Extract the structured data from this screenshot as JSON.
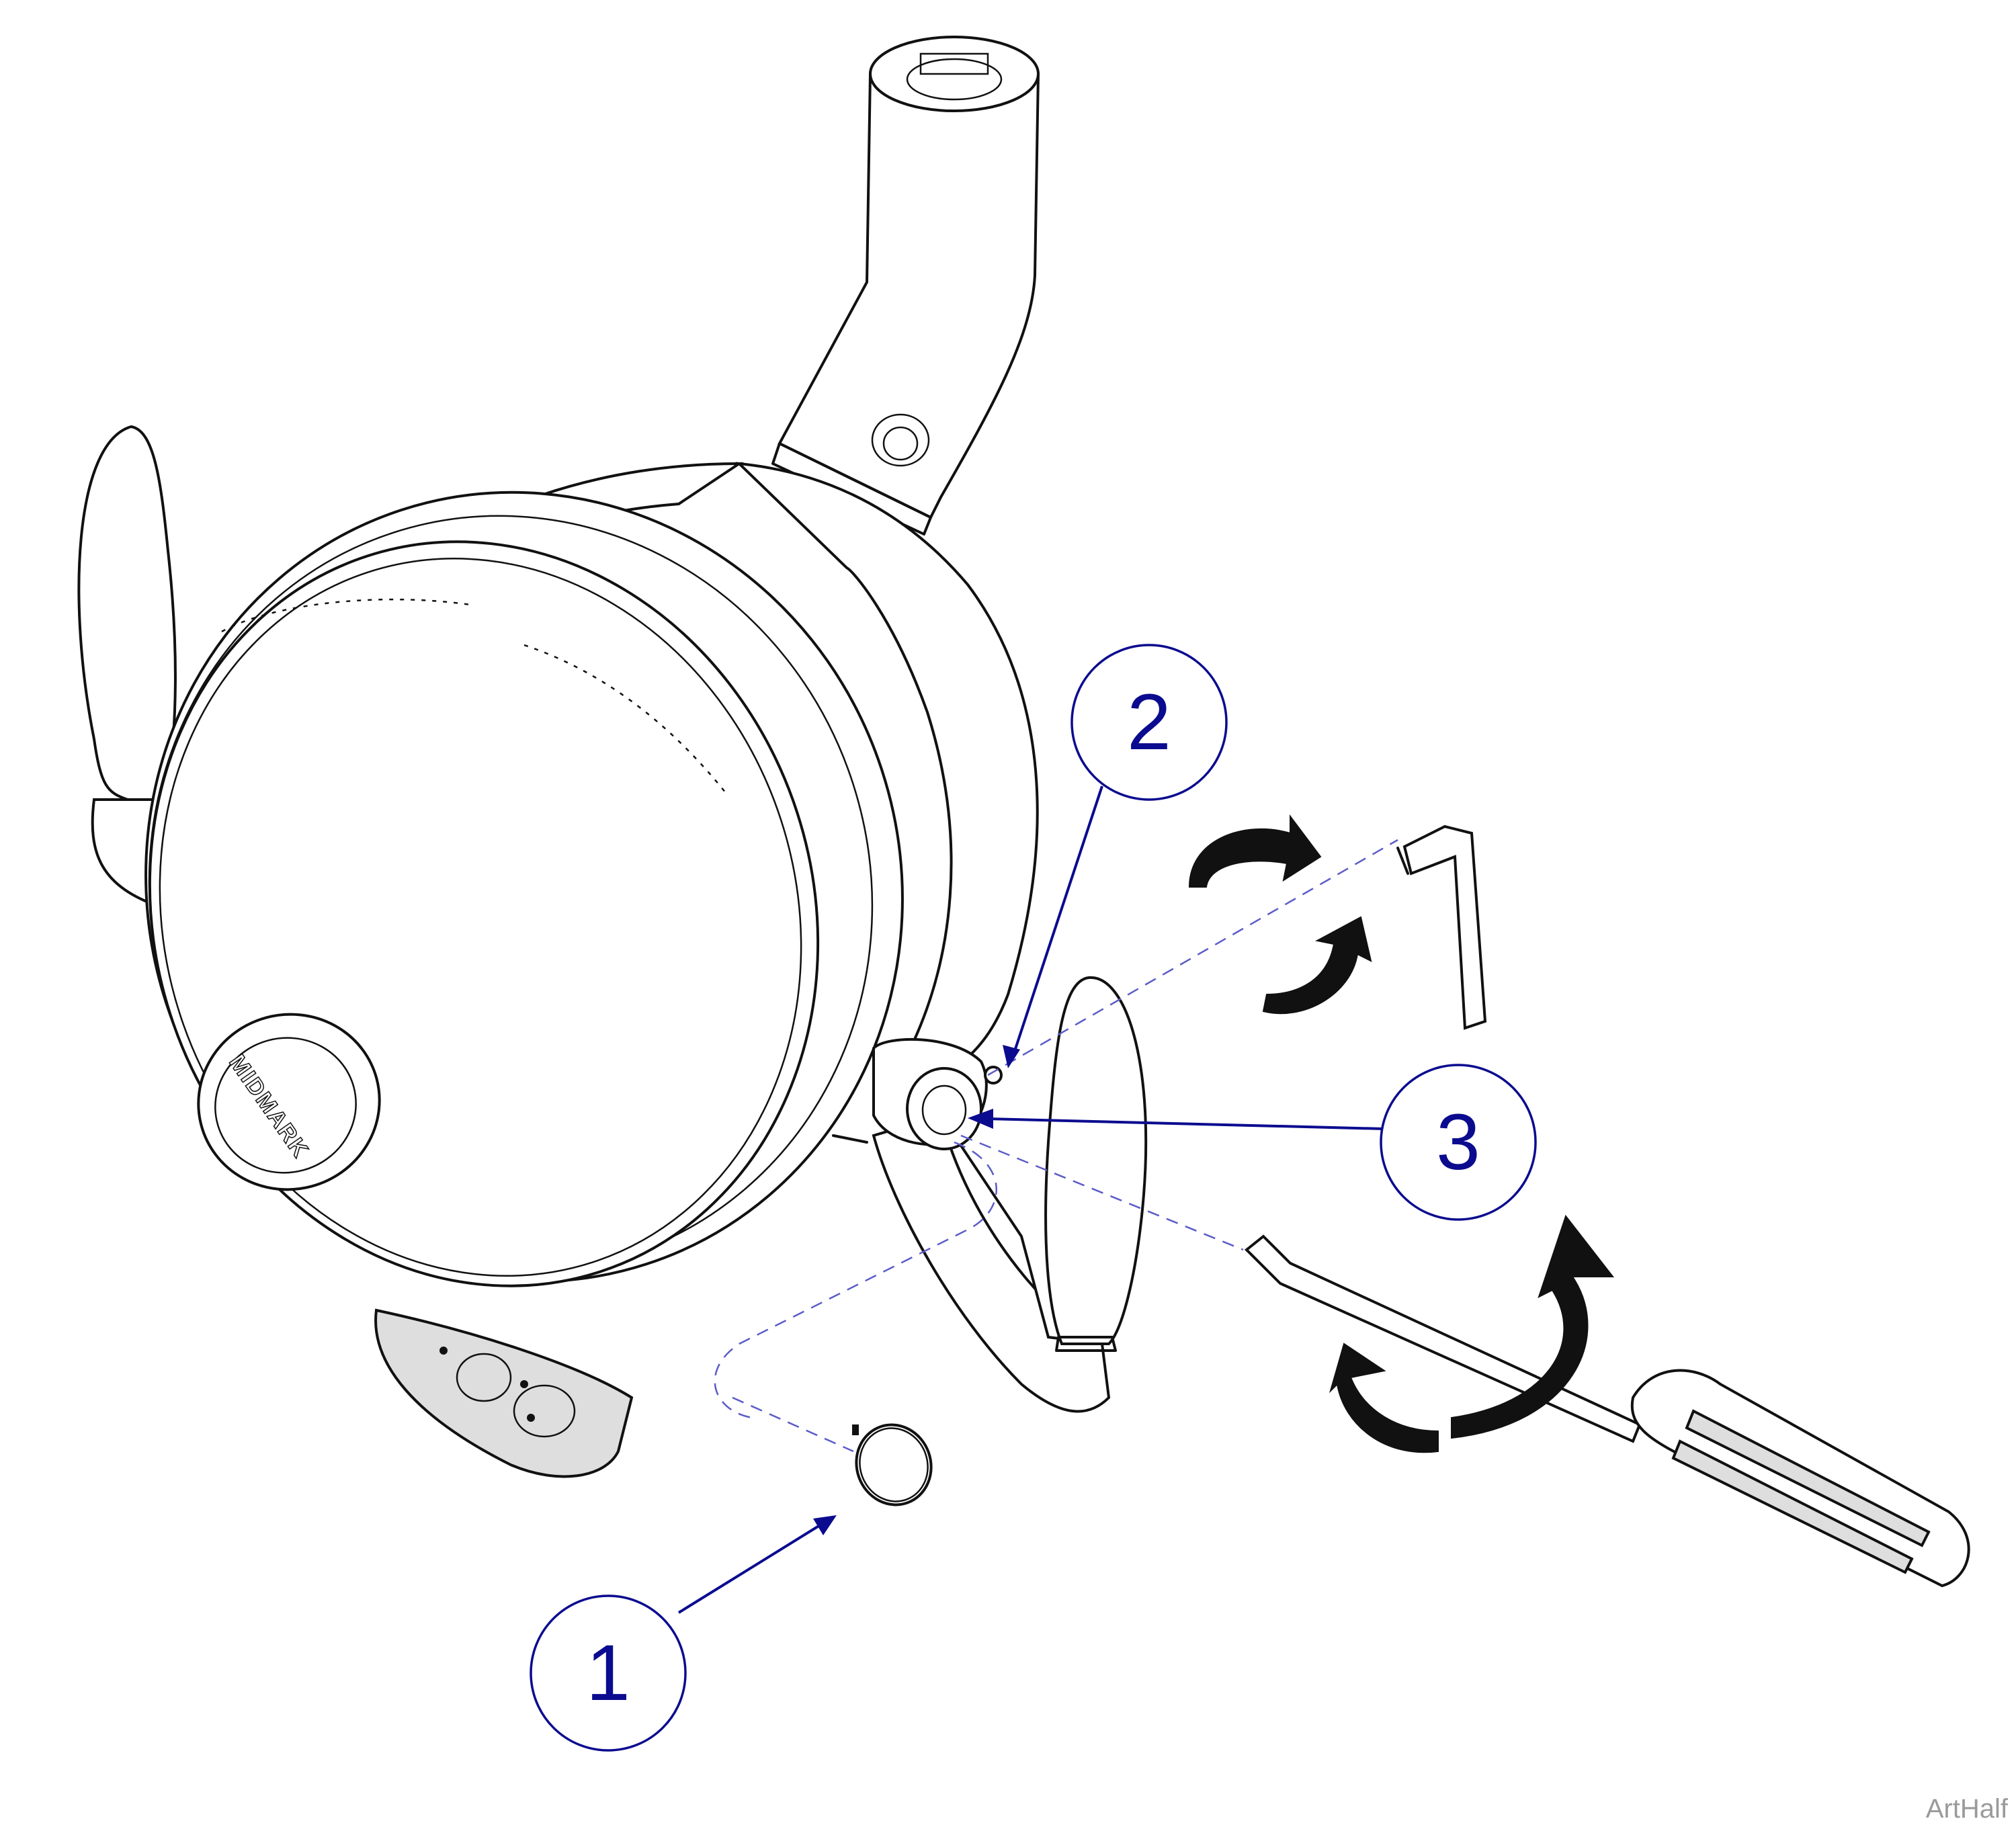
{
  "callouts": [
    {
      "id": "1",
      "label": "1"
    },
    {
      "id": "2",
      "label": "2"
    },
    {
      "id": "3",
      "label": "3"
    }
  ],
  "logo_text": "MIDMARK",
  "art_tag": "ArtHalf",
  "colors": {
    "accent": "#0b0b8f",
    "line": "#111111",
    "dashed_guides": "#5c5cc8",
    "tag_text": "#9a9a9a"
  },
  "icons": [
    "hex-key-icon",
    "screwdriver-icon",
    "rotate-arrow-icon",
    "cap-icon"
  ]
}
